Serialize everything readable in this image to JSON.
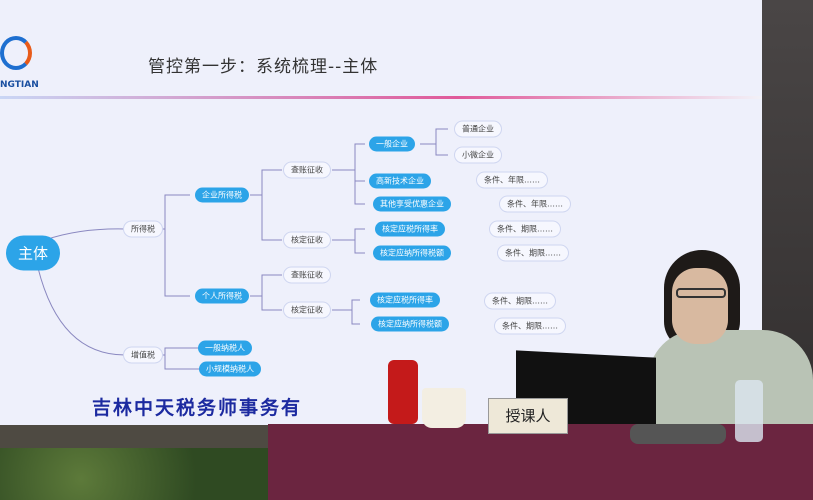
{
  "slide": {
    "logo_text": "NGTIAN",
    "title": "管控第一步：系统梳理--主体",
    "mindmap": {
      "root": "主体",
      "l1": [
        "所得税",
        "增值税"
      ],
      "l2": [
        "企业所得税",
        "个人所得税",
        "一般纳税人",
        "小规模纳税人"
      ],
      "l3": [
        "查账征收",
        "核定征收",
        "查账征收",
        "核定征收"
      ],
      "l4": [
        "一般企业",
        "高新技术企业",
        "其他享受优惠企业",
        "核定应税所得率",
        "核定应纳所得税额",
        "核定应税所得率",
        "核定应纳所得税额"
      ],
      "l5": [
        "普通企业",
        "小微企业",
        "条件、年限……",
        "条件、年限……",
        "条件、期限……",
        "条件、期限……",
        "条件、期限……",
        "条件、期限……"
      ]
    },
    "banner": "吉林中天税务师事务有"
  },
  "scene": {
    "name_plate": "授课人"
  }
}
